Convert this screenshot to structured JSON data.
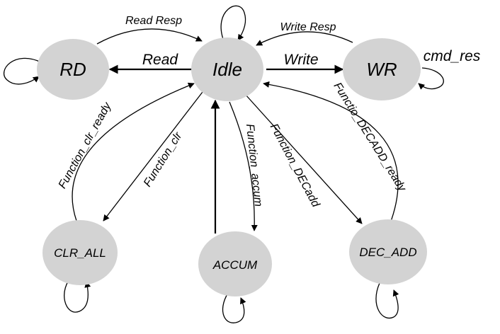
{
  "diagram": {
    "states": {
      "idle": "Idle",
      "rd": "RD",
      "wr": "WR",
      "clr_all": "CLR_ALL",
      "accum": "ACCUM",
      "dec_add": "DEC_ADD"
    },
    "transitions": {
      "read_resp": "Read Resp",
      "write_resp": "Write Resp",
      "read": "Read",
      "write": "Write",
      "cmd_res": "cmd_res",
      "function_clr_ready": "Function_clr_ready",
      "function_clr": "Function_clr",
      "function_accum": "Function_accum",
      "function_decadd": "Function_DECadd",
      "functio_decadd_ready": "Functio_DECADD_ready"
    },
    "colors": {
      "node_fill": "#d3d3d3",
      "edge": "#000000"
    }
  }
}
